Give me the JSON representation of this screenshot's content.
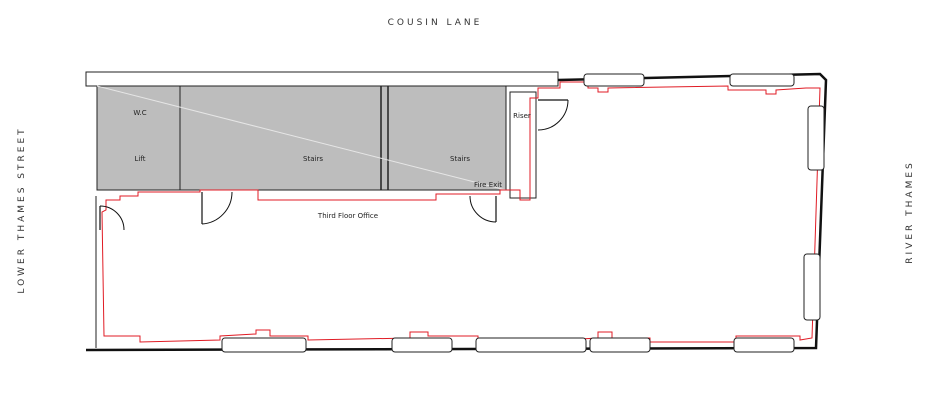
{
  "streets": {
    "top": "COUSIN LANE",
    "left": "LOWER THAMES STREET",
    "right": "RIVER THAMES"
  },
  "rooms": {
    "wc": "W.C",
    "lift": "Lift",
    "stairs_1": "Stairs",
    "stairs_2": "Stairs",
    "riser": "Riser",
    "fire_exit": "Fire Exit",
    "office": "Third Floor Office"
  },
  "colors": {
    "outline": "#e01b24",
    "core_fill": "#bdbdbd",
    "wall": "#111111"
  }
}
